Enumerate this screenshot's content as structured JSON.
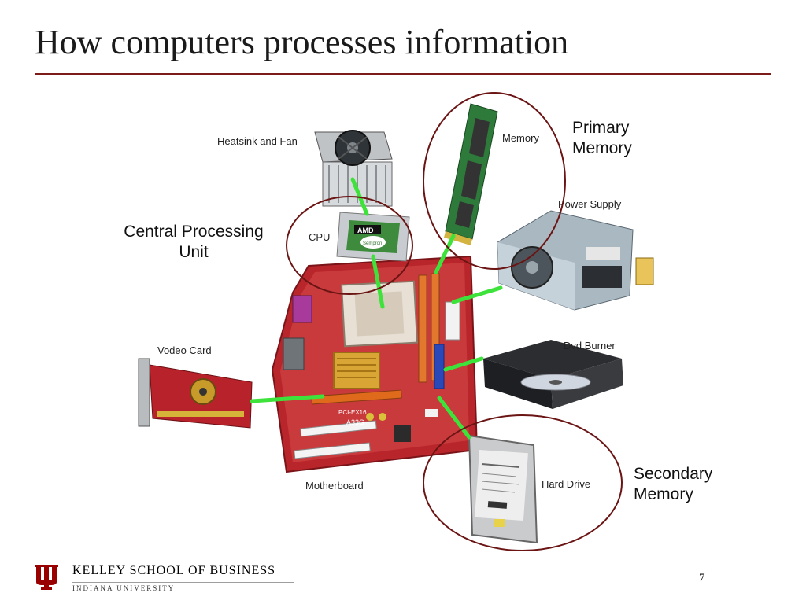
{
  "slide": {
    "title": "How computers processes information",
    "page_number": "7"
  },
  "annotations": {
    "cpu_group": "Central Processing\nUnit",
    "primary_memory": "Primary\nMemory",
    "secondary_memory": "Secondary\nMemory"
  },
  "component_labels": {
    "heatsink": "Heatsink and Fan",
    "memory": "Memory",
    "power_supply": "Power Supply",
    "cpu": "CPU",
    "video_card": "Vodeo Card",
    "dvd_burner": "Dvd Burner",
    "hard_drive": "Hard Drive",
    "motherboard": "Motherboard"
  },
  "chip_text": {
    "amd": "AMD",
    "sempron": "Sempron",
    "pci": "PCI-EX16",
    "model": "A33G"
  },
  "footer": {
    "school": "KELLEY SCHOOL OF BUSINESS",
    "university": "INDIANA UNIVERSITY"
  },
  "colors": {
    "rule": "#7d1a1a",
    "circle": "#6b1414",
    "connector": "#3de23a",
    "iu_crimson": "#990000"
  }
}
